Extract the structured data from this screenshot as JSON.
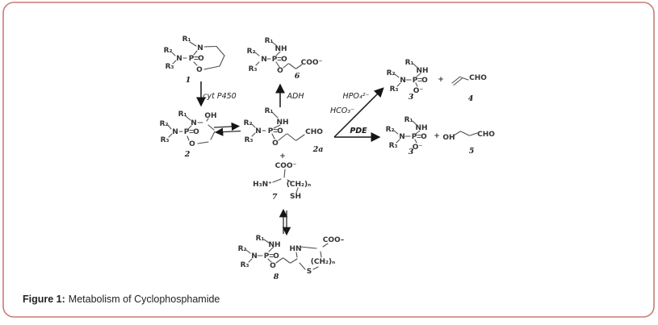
{
  "figure_caption": {
    "label": "Figure 1:",
    "text": "Metabolism of Cyclophosphamide"
  },
  "colors": {
    "border": "#c97c73",
    "bond": "#4f4f4f",
    "arrow": "#161616",
    "text": "#333333"
  },
  "reaction_labels": {
    "cyt_p450": "cyt P450",
    "adh": "ADH",
    "hpo4": "HPO₄²⁻",
    "hco3": "HCO₃⁻",
    "pde": "PDE"
  },
  "compound_numbers": {
    "c1": "1",
    "c2": "2",
    "c2a": "2a",
    "c3": "3",
    "c4": "4",
    "c5": "5",
    "c6": "6",
    "c7": "7",
    "c8": "8"
  },
  "atoms": {
    "r1": "R₁",
    "r2": "R₂",
    "r3": "R₃",
    "n": "N",
    "nh": "NH",
    "hn": "HN",
    "p": "P",
    "o": "O",
    "o_minus": "O⁻",
    "oh": "OH",
    "cho": "CHO",
    "coo": "COO⁻",
    "coo_dash": "COO–",
    "h3n": "H₃N⁺",
    "ch2n": "(CH₂)ₙ",
    "sh": "SH",
    "s": "S",
    "plus": "+"
  }
}
